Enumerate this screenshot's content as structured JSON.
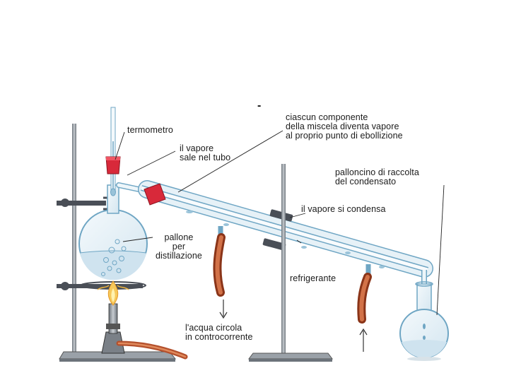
{
  "slide": {
    "title_mark": "-"
  },
  "diagram": {
    "labels": {
      "termometro": "termometro",
      "vapore_sale": "il vapore\nsale nel tubo",
      "ciascun": "ciascun componente\ndella miscela diventa vapore\nal proprio punto di ebollizione",
      "palloncino": "palloncino di raccolta\ndel condensato",
      "vapore_condensa": "il vapore si condensa",
      "pallone": "pallone\nper\ndistillazione",
      "refrigerante": "refrigerante",
      "acqua": "l'acqua circola\nin controcorrente"
    },
    "colors": {
      "glass": "#6fa6c4",
      "glass_fill": "#e6f1f7",
      "rubber_hose": "#b4502c",
      "stopper": "#d8293a",
      "clamp": "#4a4f57",
      "stand": "#8c939a",
      "flame": "#f0b43c"
    }
  }
}
